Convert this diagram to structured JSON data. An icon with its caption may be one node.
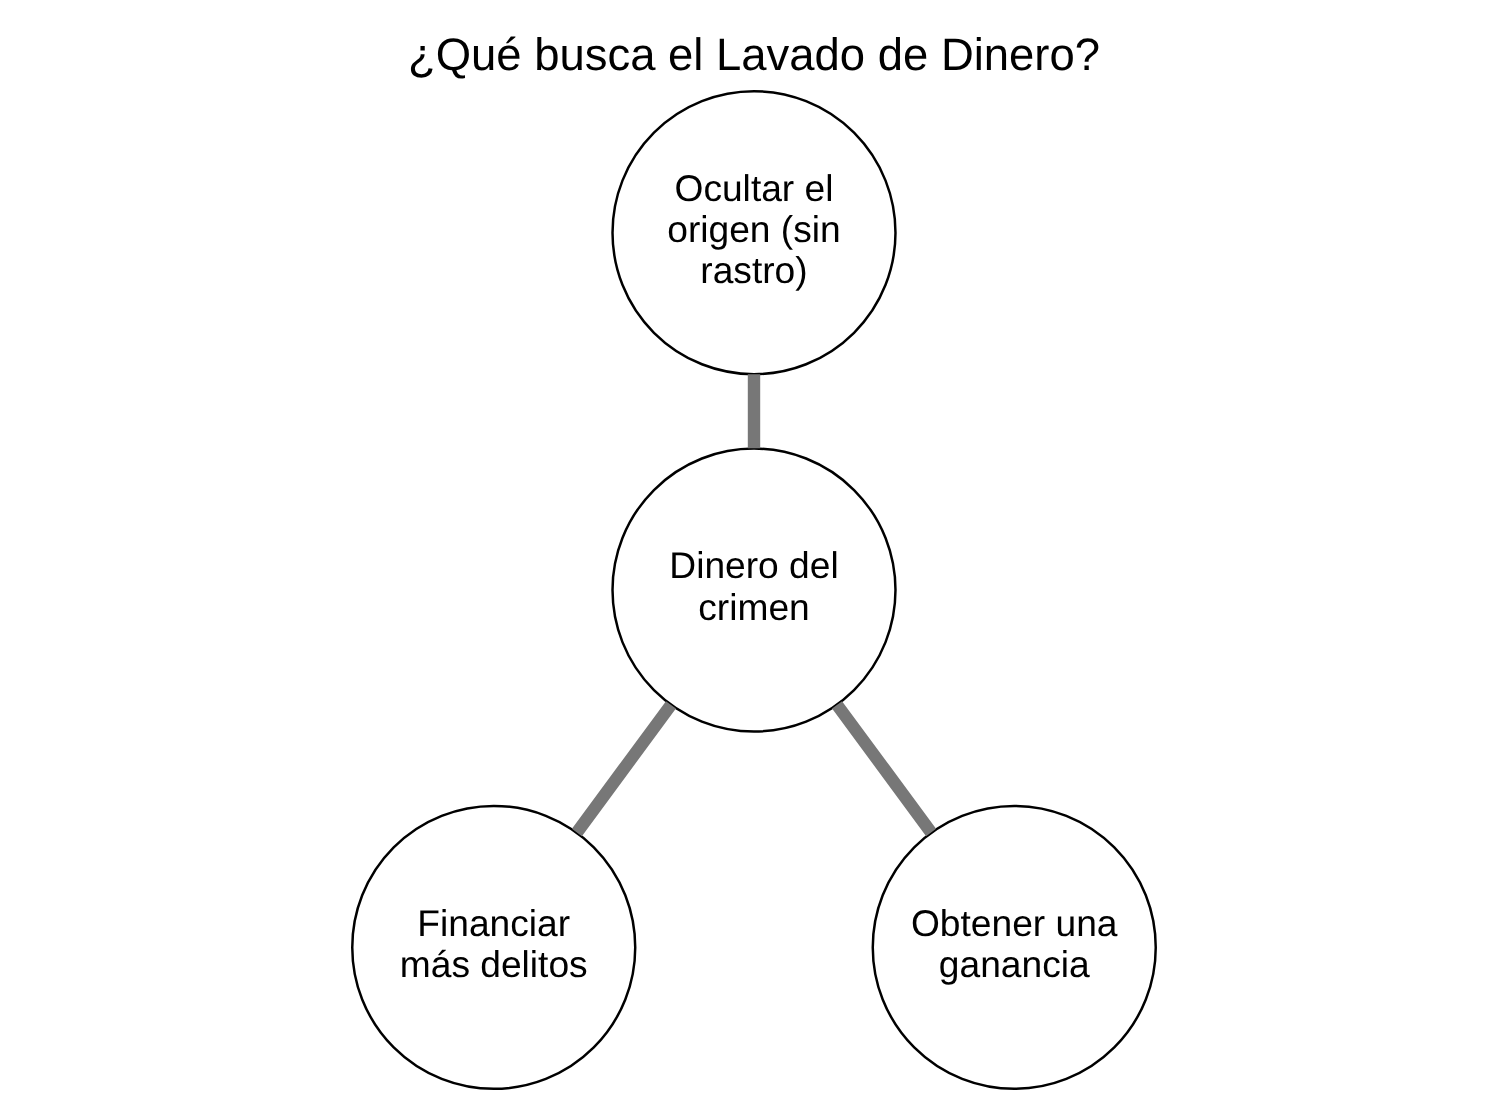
{
  "diagram": {
    "title": "¿Qué busca el Lavado de Dinero?",
    "nodes": [
      {
        "text": [
          "Ocultar el origen (sin rastro)"
        ]
      },
      {
        "text": [
          "Dinero del crimen"
        ]
      },
      {
        "text": [
          "Financiar más delitos"
        ]
      },
      {
        "text": [
          "Obtener una ganancia"
        ]
      }
    ],
    "edges": [
      {
        "from": 0,
        "to": 1,
        "arrow": "none"
      },
      {
        "from": 1,
        "to": 2,
        "arrow": "none"
      },
      {
        "from": 1,
        "to": 3,
        "arrow": "none"
      }
    ]
  }
}
